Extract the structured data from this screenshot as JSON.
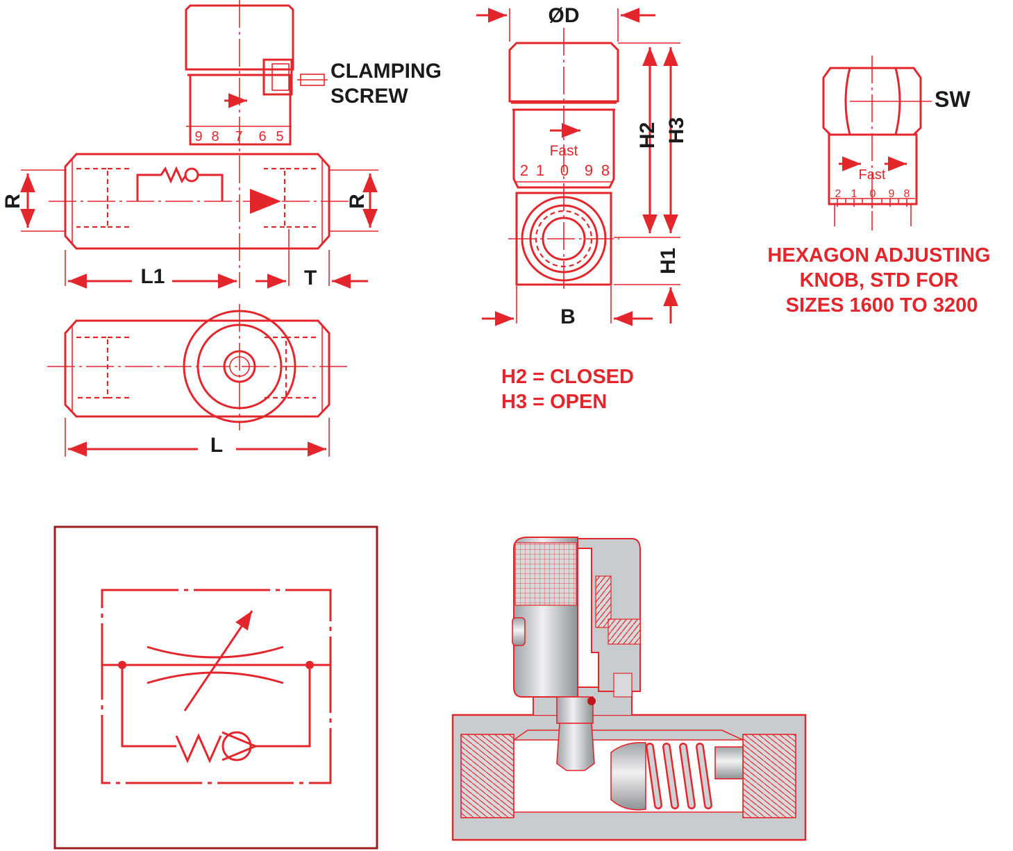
{
  "dimensions": {
    "R": "R",
    "L1": "L1",
    "T": "T",
    "L": "L",
    "D": "ØD",
    "H1": "H1",
    "H2": "H2",
    "H3": "H3",
    "B": "B",
    "SW": "SW"
  },
  "labels": {
    "clamping_line1": "CLAMPING",
    "clamping_line2": "SCREW",
    "fast": "Fast",
    "h2_note": "H2 = CLOSED",
    "h3_note": "H3 = OPEN",
    "hex_line1": "HEXAGON ADJUSTING",
    "hex_line2": "KNOB, STD FOR",
    "hex_line3": "SIZES 1600 TO 3200"
  },
  "scales": {
    "top_view": [
      "9",
      "8",
      "7",
      "6",
      "5"
    ],
    "front_view": [
      "2",
      "1",
      "0",
      "9",
      "8"
    ],
    "hex_knob": [
      "2",
      "1",
      "0",
      "9",
      "8"
    ]
  },
  "colors": {
    "line": "#e3262b",
    "frame": "#9b1c1c",
    "text": "#1a1a1a",
    "metal": "#c9cccf",
    "metal_dark": "#9fa3a7"
  }
}
